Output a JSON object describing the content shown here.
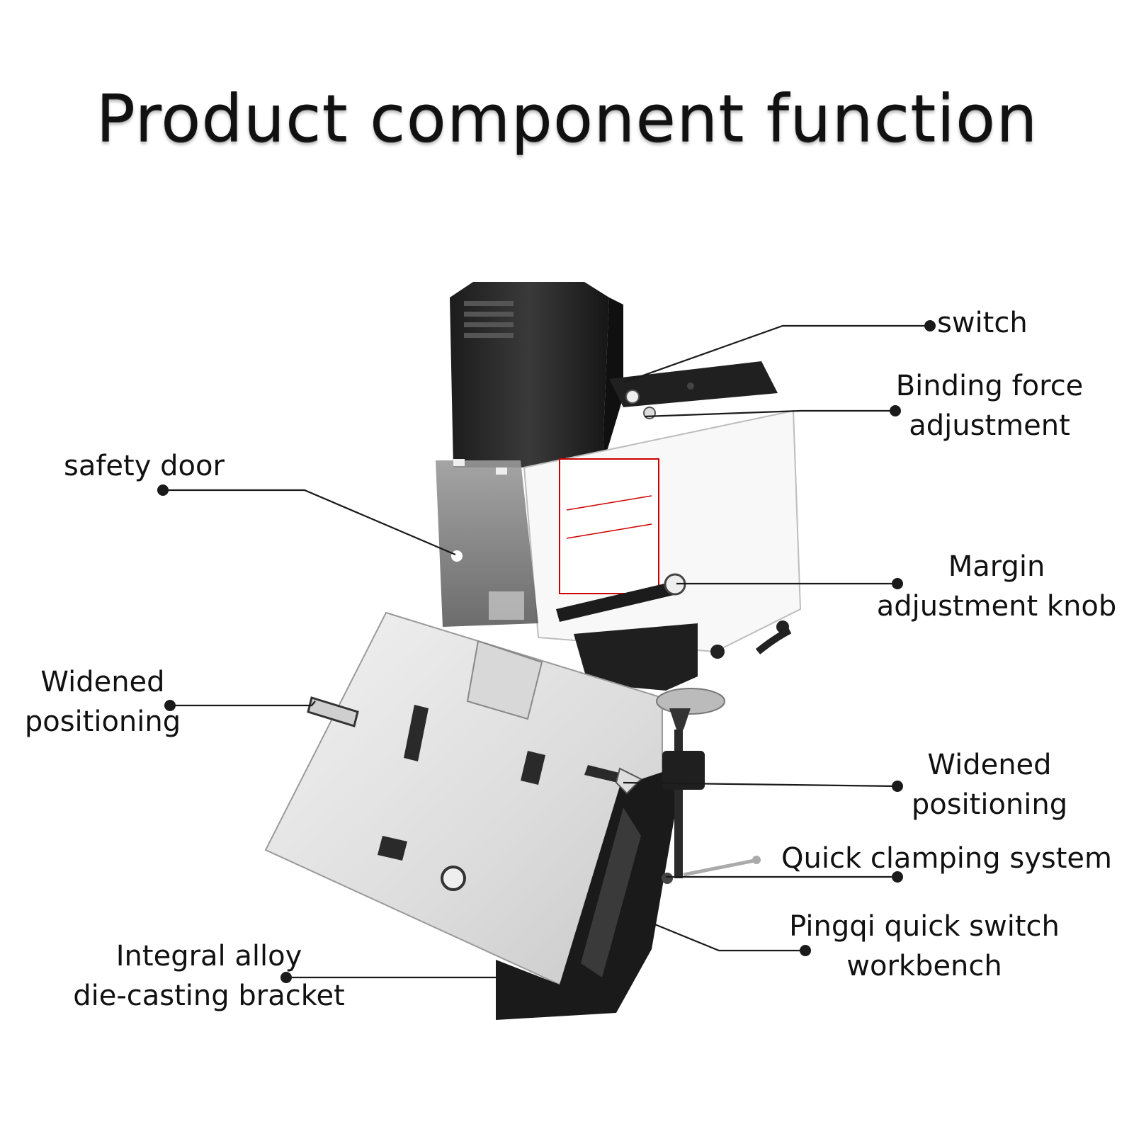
{
  "title": "Product component function",
  "labels": {
    "switch": [
      "switch"
    ],
    "binding_force": [
      "Binding force",
      "adjustment"
    ],
    "safety_door": [
      "safety door"
    ],
    "margin_knob": [
      "Margin",
      "adjustment knob"
    ],
    "widened_left": [
      "Widened",
      "positioning"
    ],
    "widened_right": [
      "Widened",
      "positioning"
    ],
    "quick_clamping": [
      "Quick clamping system"
    ],
    "pingqi": [
      "Pingqi quick switch",
      "workbench"
    ],
    "integral_alloy": [
      "Integral alloy",
      "die-casting bracket"
    ]
  },
  "colors": {
    "leader": "#1a1a1a",
    "body_black": "#2a2a2a",
    "metal": "#e4e4e4",
    "white_body": "#f7f7f7"
  },
  "icons": [
    "stapler-illustration"
  ]
}
